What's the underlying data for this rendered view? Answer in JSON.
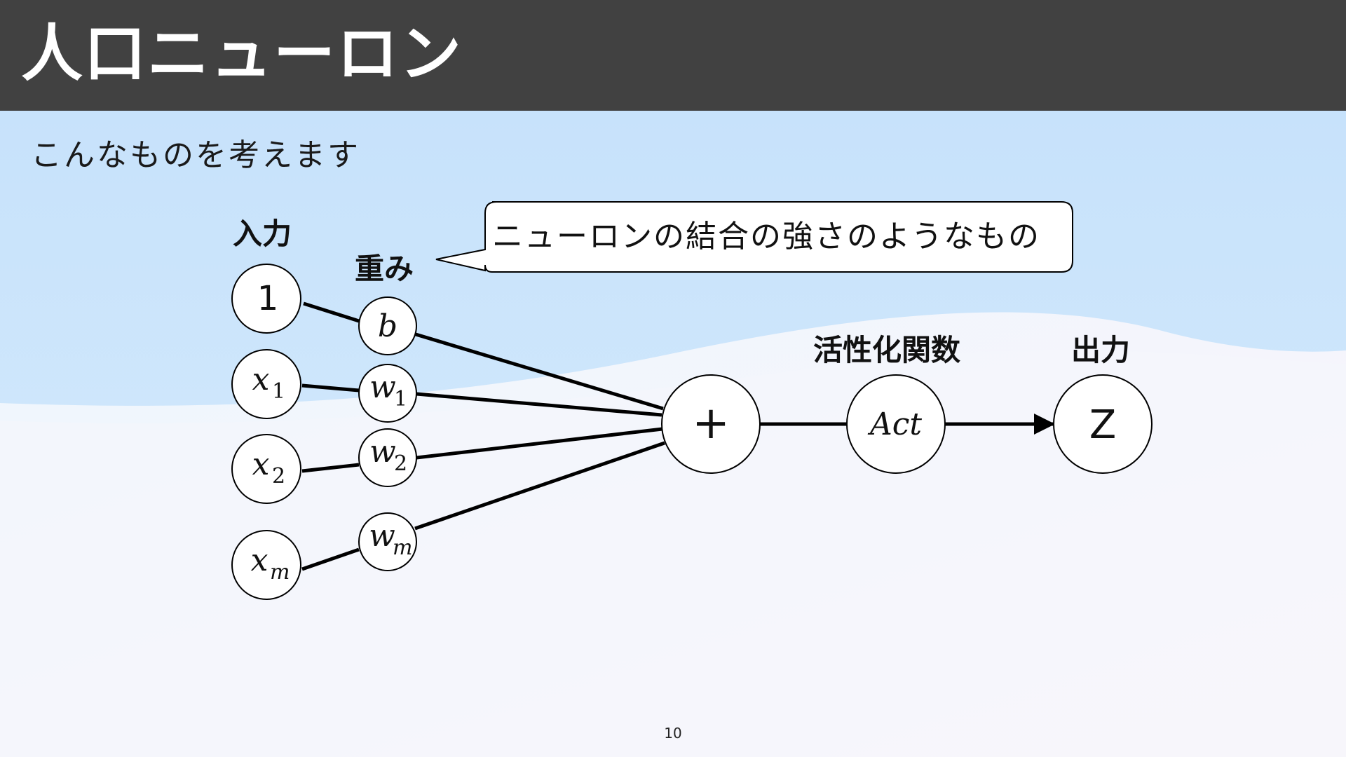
{
  "header": {
    "title": "人口ニューロン"
  },
  "subtitle": "こんなものを考えます",
  "labels": {
    "input": "入力",
    "weight": "重み",
    "activation": "活性化関数",
    "output": "出力"
  },
  "callout": {
    "text": "ニューロンの結合の強さのようなもの"
  },
  "diagram": {
    "inputs": [
      {
        "main": "1",
        "sub": "",
        "math": false
      },
      {
        "main": "x",
        "sub": "1",
        "math": true
      },
      {
        "main": "x",
        "sub": "2",
        "math": true
      },
      {
        "main": "x",
        "sub": "m",
        "math": true
      }
    ],
    "weights": [
      {
        "main": "b",
        "sub": ""
      },
      {
        "main": "w",
        "sub": "1"
      },
      {
        "main": "w",
        "sub": "2"
      },
      {
        "main": "w",
        "sub": "m"
      }
    ],
    "sum": "+",
    "activation": "Act",
    "output": "Z"
  },
  "page_number": "10",
  "colors": {
    "header_bg": "#414141",
    "sky_top": "#c8e3fb",
    "sky_bottom": "#f7f4fc",
    "line": "#000000"
  }
}
